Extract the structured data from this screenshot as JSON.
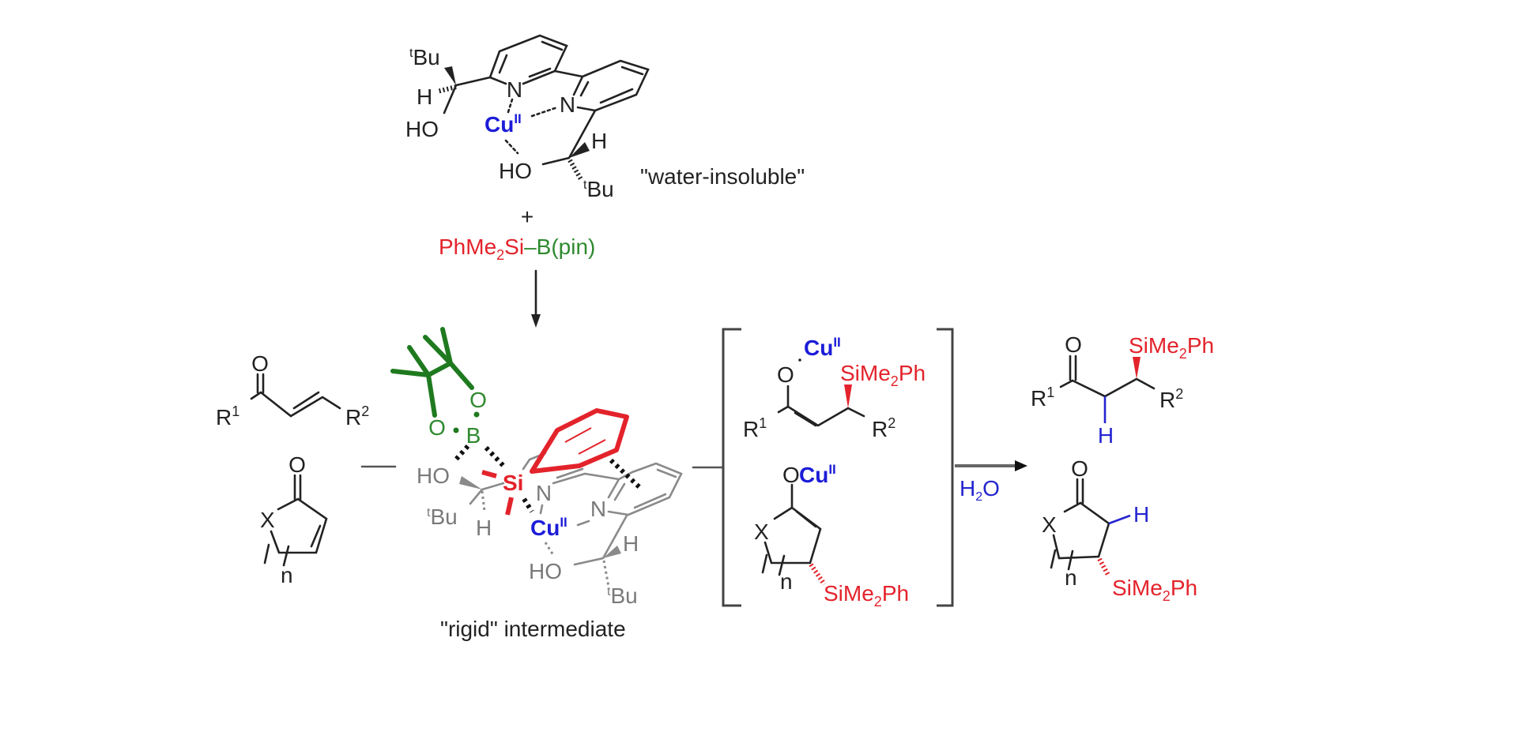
{
  "ligand_complex": {
    "metal": "Cu",
    "oxidation": "II",
    "tbu_prefix": "t",
    "tbu": "Bu",
    "H": "H",
    "HO": "HO",
    "N": "N",
    "note": "\"water-insoluble\""
  },
  "plus": "+",
  "reagent": {
    "si_a": "PhMe",
    "si_sub": "2",
    "si_b": "Si",
    "bond": "–",
    "boron": "B(pin)"
  },
  "substrates": {
    "R": "R",
    "sup1": "1",
    "sup2": "2",
    "O": "O",
    "X": "X",
    "n": "n",
    "separator": "—"
  },
  "intermediate": {
    "O": "O",
    "B": "B",
    "Si": "Si",
    "caption": "\"rigid\" intermediate"
  },
  "enolates": {
    "O": "O",
    "silyl_a": "SiMe",
    "silyl_sub": "2",
    "silyl_b": "Ph"
  },
  "conditions": {
    "h": "H",
    "sub": "2",
    "o": "O"
  },
  "products": {
    "H": "H"
  },
  "colors": {
    "silicon": "#e3232b",
    "boron": "#2f8a2f",
    "copper": "#1c1cd8",
    "intermediate_ligand": "#7a7a7a"
  }
}
